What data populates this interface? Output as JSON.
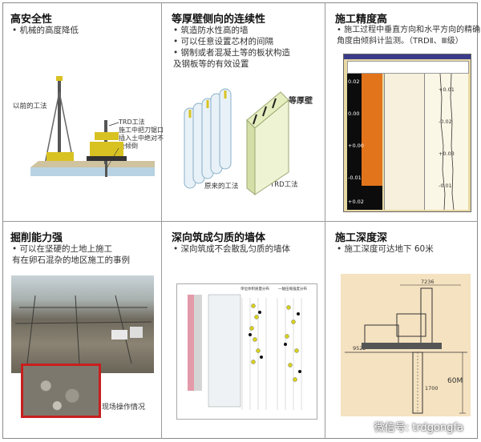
{
  "panels": [
    {
      "title": "高安全性",
      "bullets": [
        "• 机械的高度降低"
      ],
      "captions": {
        "old": "以前的工法",
        "trd1": "TRD工法",
        "trd2": "施工中把刀锯口",
        "trd3": "插入土中绝对不",
        "trd4": "会倾倒"
      }
    },
    {
      "title": "等厚壁侧向的连续性",
      "bullets": [
        "• 筑造防水性高的墙",
        "• 可以任意设置芯材的间隔",
        "• 钢制或者混凝土等的板状构造",
        "  及钢板等的有效设置"
      ],
      "captions": {
        "wall": "等厚壁",
        "old": "原来的工法",
        "trd": "TRD工法"
      }
    },
    {
      "title": "施工精度高",
      "bullets": [
        "• 施工过程中垂直方向和水平方向的精确",
        "  角度由倾斜计监测。（TRDⅡ、Ⅲ级）"
      ],
      "monitor_values": [
        "0.02",
        "0.00",
        "+0.00",
        "-0.01",
        "+0.01",
        "-0.02",
        "+0.03",
        "-0.01",
        "+0.02"
      ]
    },
    {
      "title": "掘削能力强",
      "bullets": [
        "• 可以在坚硬的土地上施工",
        "  有在卵石混杂的地区施工的事例"
      ],
      "captions": {
        "site": "现场操作情况"
      }
    },
    {
      "title": "深向筑成匀质的墙体",
      "bullets": [
        "• 深向筑成不会散乱匀质的墙体"
      ],
      "captions": {
        "chart1": "单位体积质量分布",
        "chart2": "一轴压缩强度分布"
      }
    },
    {
      "title": "施工深度深",
      "bullets": [
        "• 施工深度可达地下 60米"
      ],
      "captions": {
        "dim_top": "7236",
        "dim_mid": "9522",
        "dim_low": "1700",
        "depth": "60M"
      }
    }
  ],
  "watermark": "微信号: trdgongfa"
}
